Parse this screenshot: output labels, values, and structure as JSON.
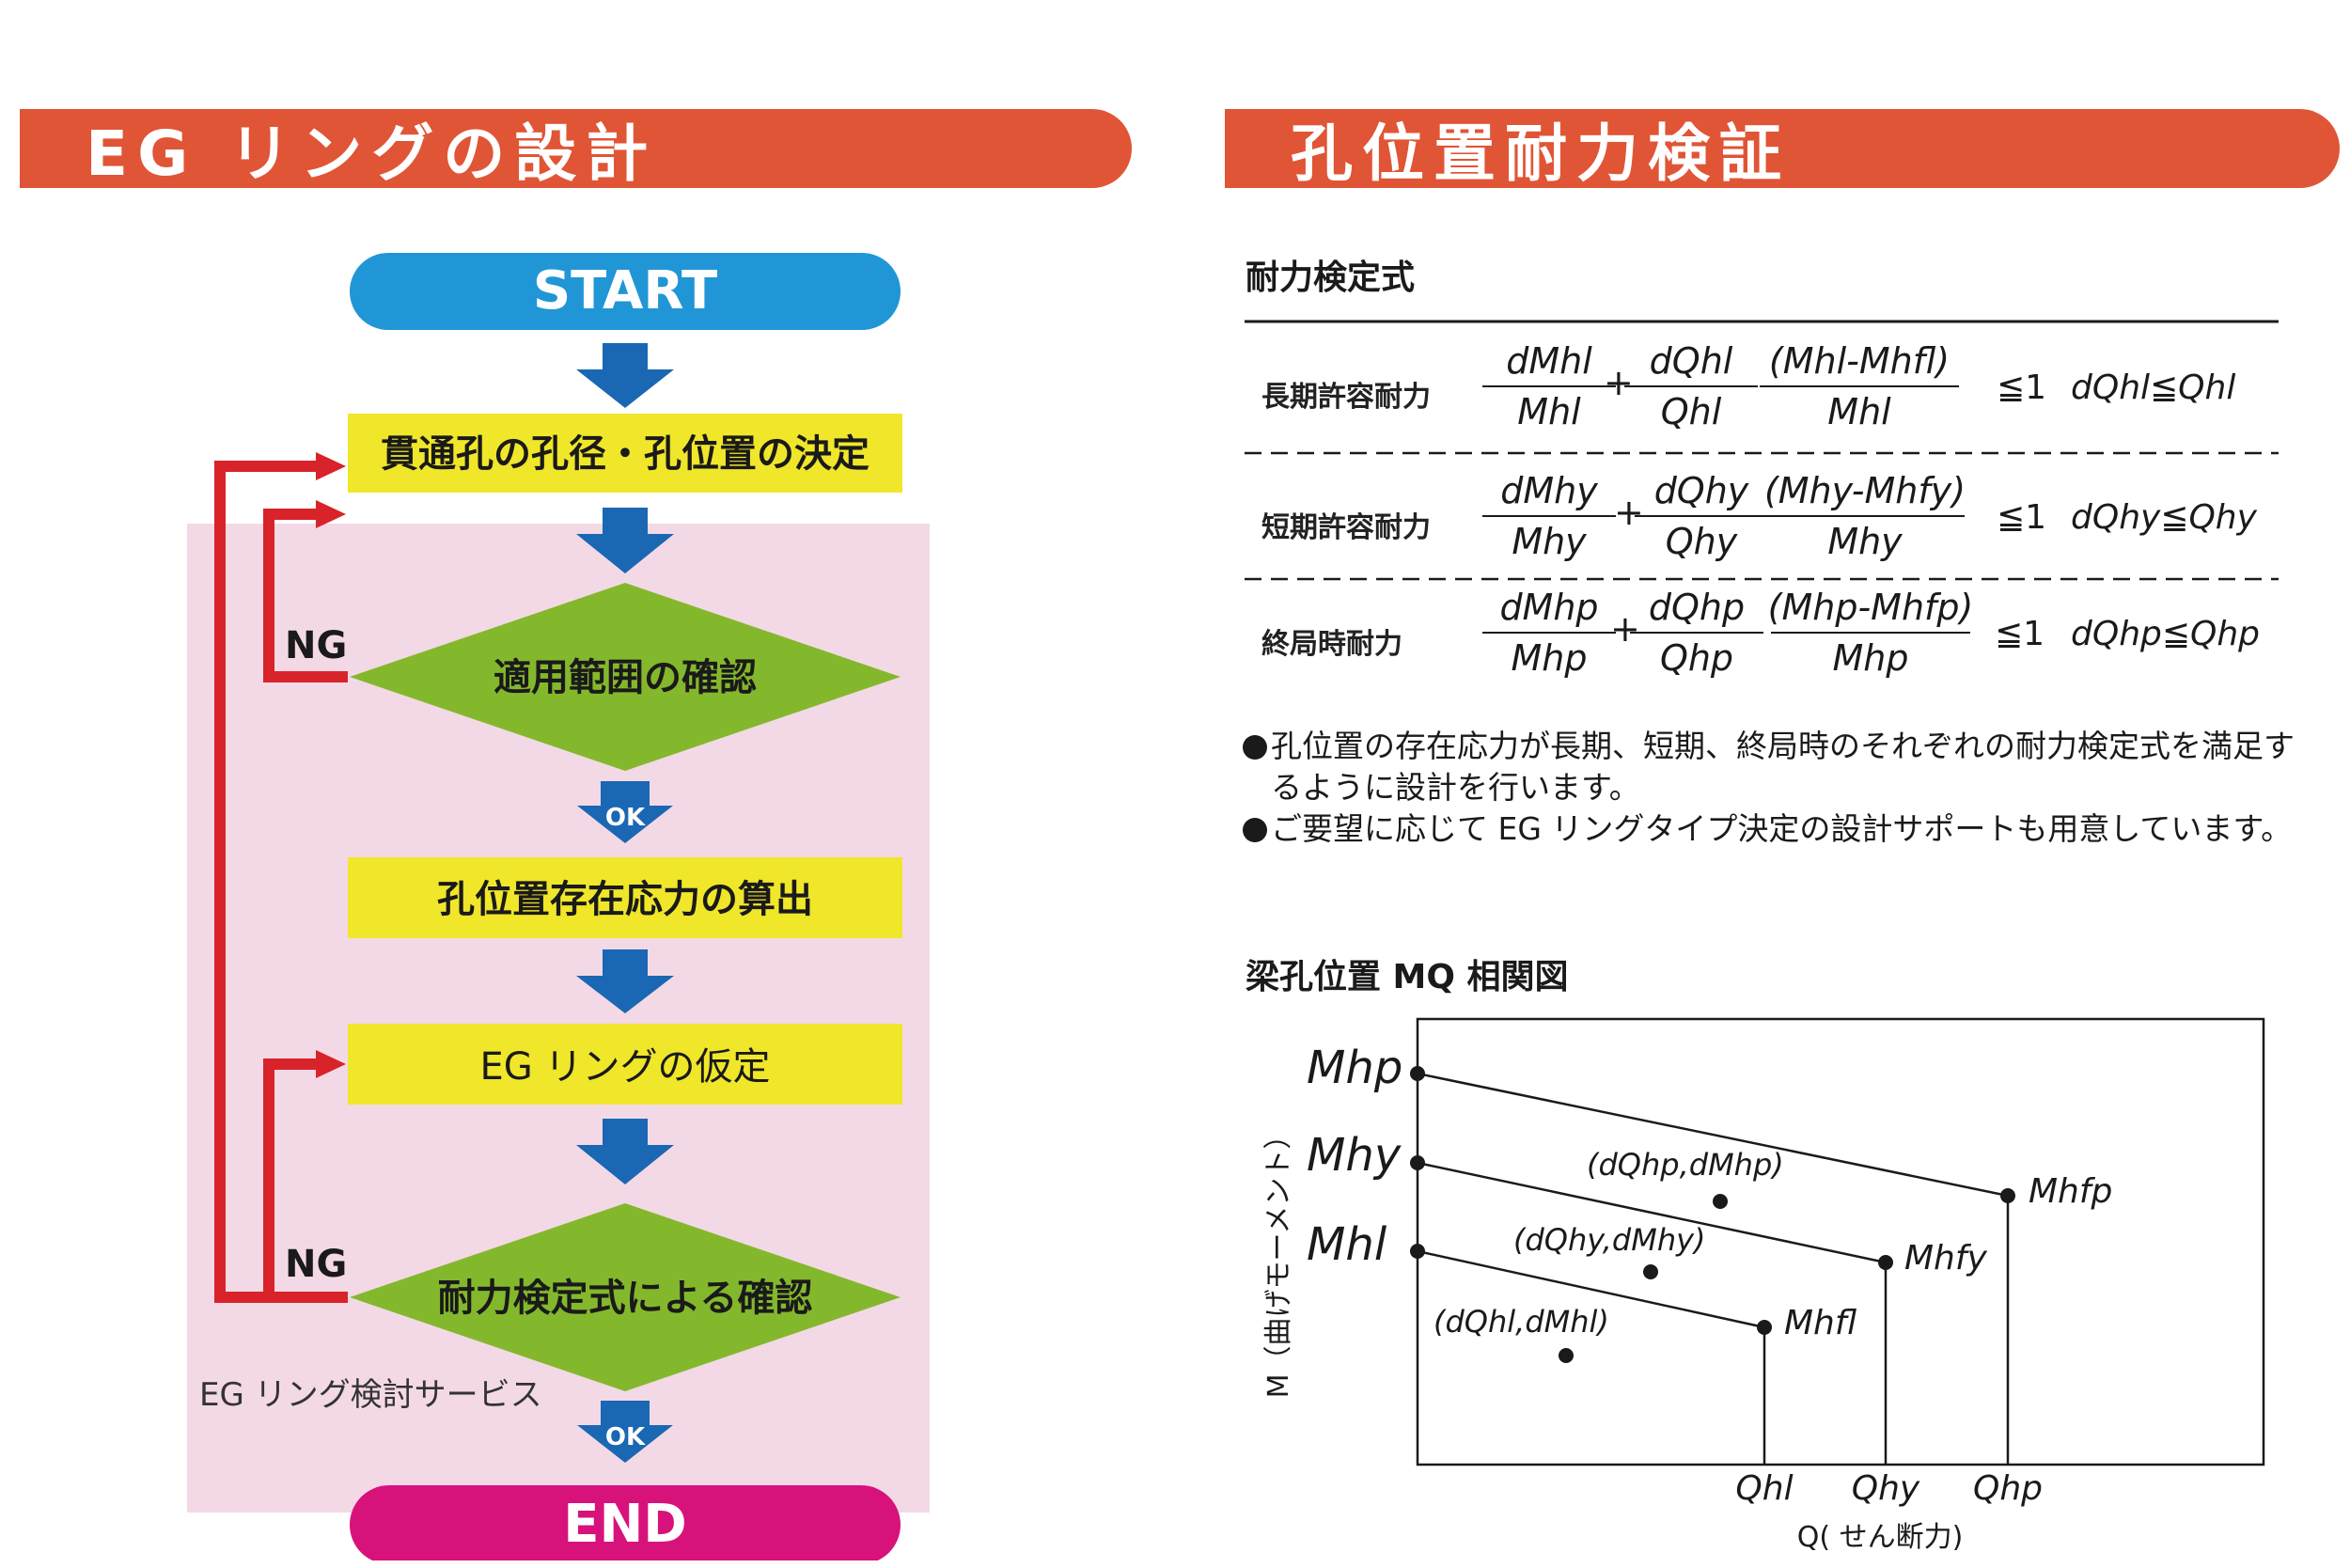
{
  "left_banner": {
    "title": "EG リングの設計"
  },
  "right_banner": {
    "title": "孔位置耐力検証"
  },
  "flowchart": {
    "start": "START",
    "step1": "貫通孔の孔径・孔位置の決定",
    "decision1": "適用範囲の確認",
    "step2": "孔位置存在応力の算出",
    "step3": "EG リングの仮定",
    "decision2": "耐力検定式による確認",
    "end": "END",
    "ng_label": "NG",
    "ok_label": "OK",
    "service_label": "EG リング検討サービス",
    "colors": {
      "start": "#2196d6",
      "end": "#d7127b",
      "step": "#f0e62a",
      "decision": "#84b82c",
      "arrow": "#1a67b4",
      "loop": "#d8232a",
      "service_bg": "#f3d9e6"
    }
  },
  "formula_section": {
    "heading": "耐力検定式",
    "rows": [
      {
        "label": "長期許容耐力",
        "frac1_num": "dMhl",
        "frac1_den": "Mhl",
        "frac2_num": "dQhl",
        "frac2_den": "Qhl",
        "frac3_num": "(Mhl-Mhfl)",
        "frac3_den": "Mhl",
        "le": "≦1",
        "cond": "dQhl≦Qhl"
      },
      {
        "label": "短期許容耐力",
        "frac1_num": "dMhy",
        "frac1_den": "Mhy",
        "frac2_num": "dQhy",
        "frac2_den": "Qhy",
        "frac3_num": "(Mhy-Mhfy)",
        "frac3_den": "Mhy",
        "le": "≦1",
        "cond": "dQhy≦Qhy"
      },
      {
        "label": "終局時耐力",
        "frac1_num": "dMhp",
        "frac1_den": "Mhp",
        "frac2_num": "dQhp",
        "frac2_den": "Qhp",
        "frac3_num": "(Mhp-Mhfp)",
        "frac3_den": "Mhp",
        "le": "≦1",
        "cond": "dQhp≦Qhp"
      }
    ],
    "plus": "+",
    "notes": [
      "孔位置の存在応力が長期、短期、終局時のそれぞれの耐力検定式を満足す",
      "るように設計を行います。",
      "ご要望に応じて EG リングタイプ決定の設計サポートも用意しています。"
    ]
  },
  "mq_chart": {
    "title": "梁孔位置 MQ 相関図",
    "y_axis_label": "M（曲げモーメント）",
    "x_axis_label": "Q( せん断力)",
    "y_ticks": [
      "Mhp",
      "Mhy",
      "Mhl"
    ],
    "x_ticks": [
      "Qhl",
      "Qhy",
      "Qhp"
    ],
    "end_labels": [
      "Mhfp",
      "Mhfy",
      "Mhfl"
    ],
    "points": [
      "(dQhp,dMhp)",
      "(dQhy,dMhy)",
      "(dQhl,dMhl)"
    ]
  }
}
